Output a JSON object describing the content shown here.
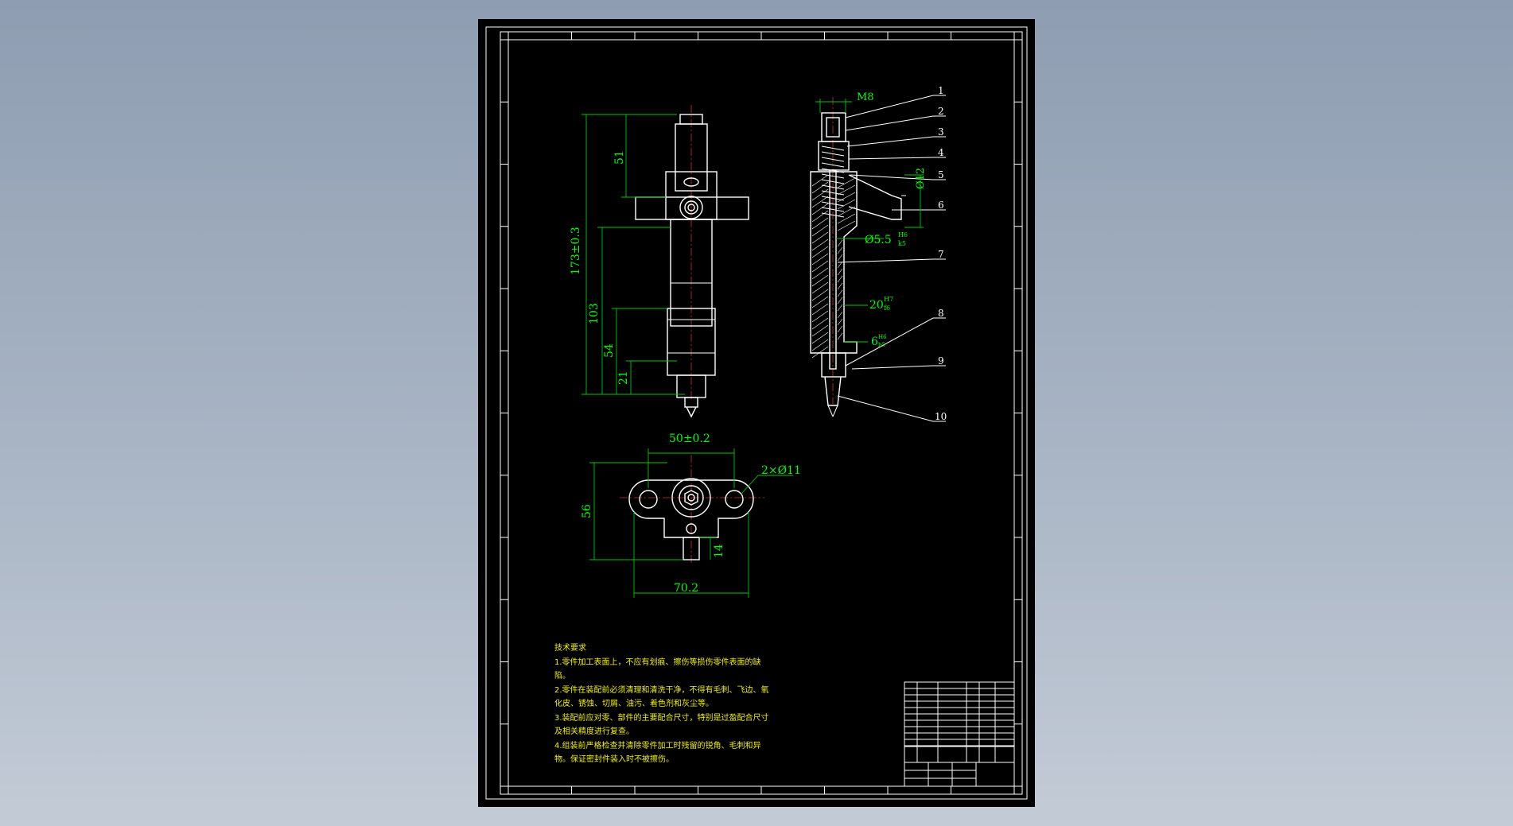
{
  "dimensions": {
    "overall_length": "173±0.3",
    "d51": "51",
    "d103": "103",
    "d54": "54",
    "d21": "21",
    "thread": "M8",
    "dia12": "Ø12",
    "dia5_5": "Ø5.5",
    "dia5_5_upper": "H6",
    "dia5_5_lower": "k5",
    "fit20": "20",
    "fit20_upper": "H7",
    "fit20_lower": "f6",
    "fit6": "6",
    "fit6_upper": "H6",
    "fit6_lower": "h5",
    "flange_span": "50±0.2",
    "holes": "2×Ø11",
    "height56": "56",
    "d14": "14",
    "width70_2": "70.2"
  },
  "balloons": [
    "1",
    "2",
    "3",
    "4",
    "5",
    "6",
    "7",
    "8",
    "9",
    "10"
  ],
  "notes": {
    "title": "技术要求",
    "lines": [
      "1.零件加工表面上，不应有划痕、擦伤等损伤零件表面的缺",
      "陷。",
      "2.零件在装配前必须清理和清洗干净，不得有毛刺、飞边、氧",
      "化皮、锈蚀、切屑、油污、着色剂和灰尘等。",
      "3.装配前应对零、部件的主要配合尺寸，特别是过盈配合尺寸",
      "及相关精度进行复查。",
      "4.组装前严格检查并清除零件加工时残留的锐角、毛刺和异",
      "物。保证密封件装入时不被擦伤。"
    ]
  },
  "colors": {
    "sheet": "#000000",
    "outline": "#ffffff",
    "dimension": "#00ff00",
    "centerline": "#d03030",
    "notes": "#f0f000"
  }
}
